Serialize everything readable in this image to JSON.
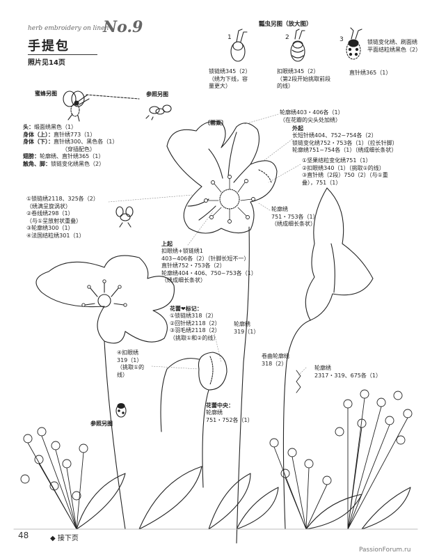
{
  "header": {
    "series": "herb embroidery on linen",
    "number": "No.9",
    "title": "手提包",
    "subtitle": "照片见14页"
  },
  "ladybug": {
    "heading": "瓢虫另图（放大图）",
    "steps": [
      "1",
      "2",
      "3"
    ],
    "note1": "锁链绣345（2）\n（绣为下线，容\n量更大）",
    "note2": "扣眼绣345（2）\n（第2段开始挑取前段\n的线）",
    "note3": "直针绣365（1）",
    "note4": "锁链变化绣、刷面绣\n平面结粒绣黑色（2）"
  },
  "bee": {
    "label_left": "蜜蜂另图",
    "label_right": "参照另图",
    "lines": [
      {
        "k": "头：",
        "v": "缎面绣黑色（1）"
      },
      {
        "k": "身体（上）：",
        "v": "直针绣773（1）"
      },
      {
        "k": "身体（下）：",
        "v": "直针绣300、黑色各（1）"
      },
      {
        "k": "",
        "v": "（穿插配色）"
      },
      {
        "k": "翅膀：",
        "v": "轮廓绣、直针绣365（1）"
      },
      {
        "k": "触角、脚：",
        "v": "锁链变化绣黑色（2）"
      }
    ]
  },
  "poppy": {
    "label": "〔罂粟〕",
    "right_top": "轮廓绣403・406各（1）\n（在花瓣的尖头处加绣）",
    "right_mid_head": "外起",
    "right_mid": "长短针绣404、752~754各（2）\n锁链变化绣752・753各（1）（拉长针脚）\n轮廓绣751~754各（1）（绣成细长条状）",
    "right_list": "①坚果结粒变化绣751（1）\n②扣眼绣340（1）（挑取①的线）\n③直针绣（2段）750（2）（与①重\n叠），751（1）",
    "right_lower": "轮廓绣\n751・753各（1）\n（绣成细长条状）",
    "left_list": "①锁链绣2118、325各（2）\n（绣满呈旋涡状）\n②卷线绣298（1）\n（与①呈放射状重叠）\n③轮廓绣300（1）\n④法国结粒绣301（1）",
    "center_top": "上起",
    "center": "扣眼绣+锁链绣1\n403~406各（2）（针脚长短不一）\n直针绣752・753各（2）\n轮廓绣404・406、750~753各（1）\n（绣成细长条状）"
  },
  "bud": {
    "title": "花蕾❤标记：",
    "list": "①锁链绣318（2）\n②回针绣2118（2）\n③羽毛绣2118（2）\n（挑取①和②的线）",
    "right": "轮廓绣\n319（1）",
    "left": "④扣眼绣\n319（1）\n（挑取①的\n线）",
    "center_title": "花蕾中央：",
    "center": "轮廓绣\n751・752各（1）"
  },
  "stems": {
    "curl": "卷曲轮廓绣\n318（2）",
    "outline": "轮廓绣\n2317・319、675各（1）"
  },
  "ladybug_ref": "参照另图",
  "footer": {
    "page": "48",
    "next": "接下页",
    "site": "PassionForum.ru"
  }
}
